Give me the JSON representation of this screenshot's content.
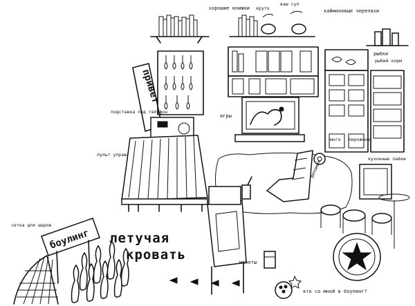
{
  "labels": {
    "good_books": "хорошие книжки",
    "cool": "круто",
    "your_soup": "ваш суп",
    "turtles": "каймановые черепахи",
    "fish": "рыбки",
    "fish_food": "рыбий корм",
    "tv_stand": "подставка под телефон",
    "remote": "пульт управления кроватью",
    "games": "игры",
    "privet": "привет",
    "speaker": "динамик",
    "kitchen_snacks": "кухонные пайки",
    "net": "сетка для шаров",
    "bowling": "боулинг",
    "bed_title_line1": "летучая",
    "bed_title_line2": "кровать",
    "coins": "монеты",
    "who_bowling": "кто со мной в боулинг?",
    "mojo": "мого",
    "pie": "пирожное"
  },
  "colors": {
    "ink": "#111111",
    "paper": "#ffffff"
  }
}
